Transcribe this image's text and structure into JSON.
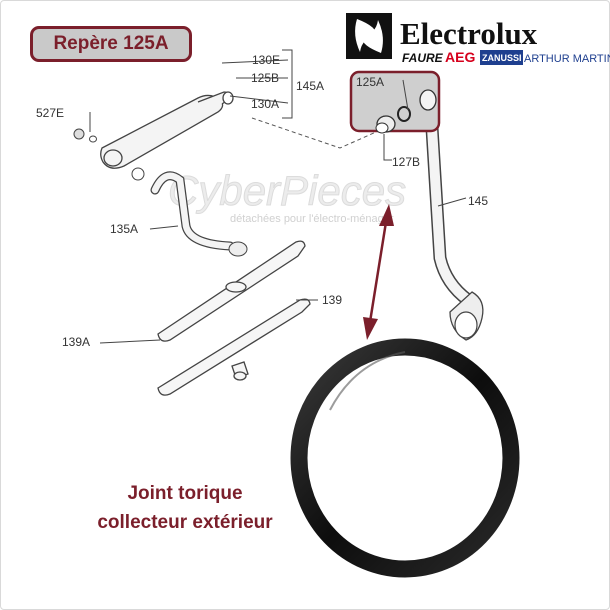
{
  "reference_badge": "Repère 125A",
  "brand": {
    "name": "Electrolux",
    "subbrands": [
      "FAURE",
      "AEG",
      "ZANUSSI",
      "ARTHUR MARTIN"
    ]
  },
  "watermark": {
    "title": "CyberPieces",
    "subtitle": "détachées pour l'électro-ménager"
  },
  "diagram": {
    "part_labels": [
      "527E",
      "130E",
      "125B",
      "130A",
      "145A",
      "125A",
      "127B",
      "145",
      "135A",
      "139",
      "139A"
    ]
  },
  "description": {
    "line1": "Joint torique",
    "line2": "collecteur extérieur"
  },
  "colors": {
    "accent": "#7b1f2b",
    "badge_bg": "#c9c9c9",
    "highlight_box": "#7b1f2b",
    "brand_red": "#d6001c",
    "oring": "#151515"
  }
}
